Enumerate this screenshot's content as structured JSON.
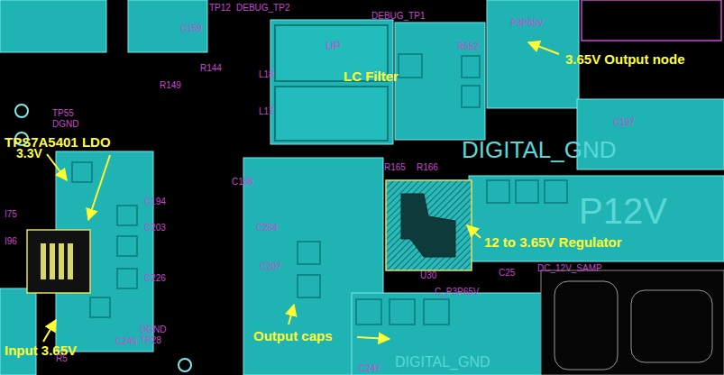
{
  "diagram": {
    "labels": [
      "3.65V Output node",
      "LC Filter",
      "TPS7A5401 LDO",
      "3.3V",
      "12 to 3.65V Regulator",
      "Output caps",
      "Input 3.65V",
      "DIGITAL_GND",
      "P12V",
      "DIGITAL_GND",
      "TP12",
      "DEBUG_TP2",
      "DEBUG_TP1",
      "R552",
      "P3P65V",
      "UP",
      "C159",
      "R144",
      "R149",
      "TP55",
      "DGND",
      "L18",
      "L17",
      "C186",
      "R165",
      "R166",
      "C194",
      "C203",
      "C226",
      "C245",
      "DGND",
      "TP28",
      "C254",
      "C207",
      "U30",
      "C25",
      "DC_12V_SAMP",
      "C_P3P65V",
      "C247",
      "C197",
      "I75",
      "I96",
      "R5"
    ]
  }
}
